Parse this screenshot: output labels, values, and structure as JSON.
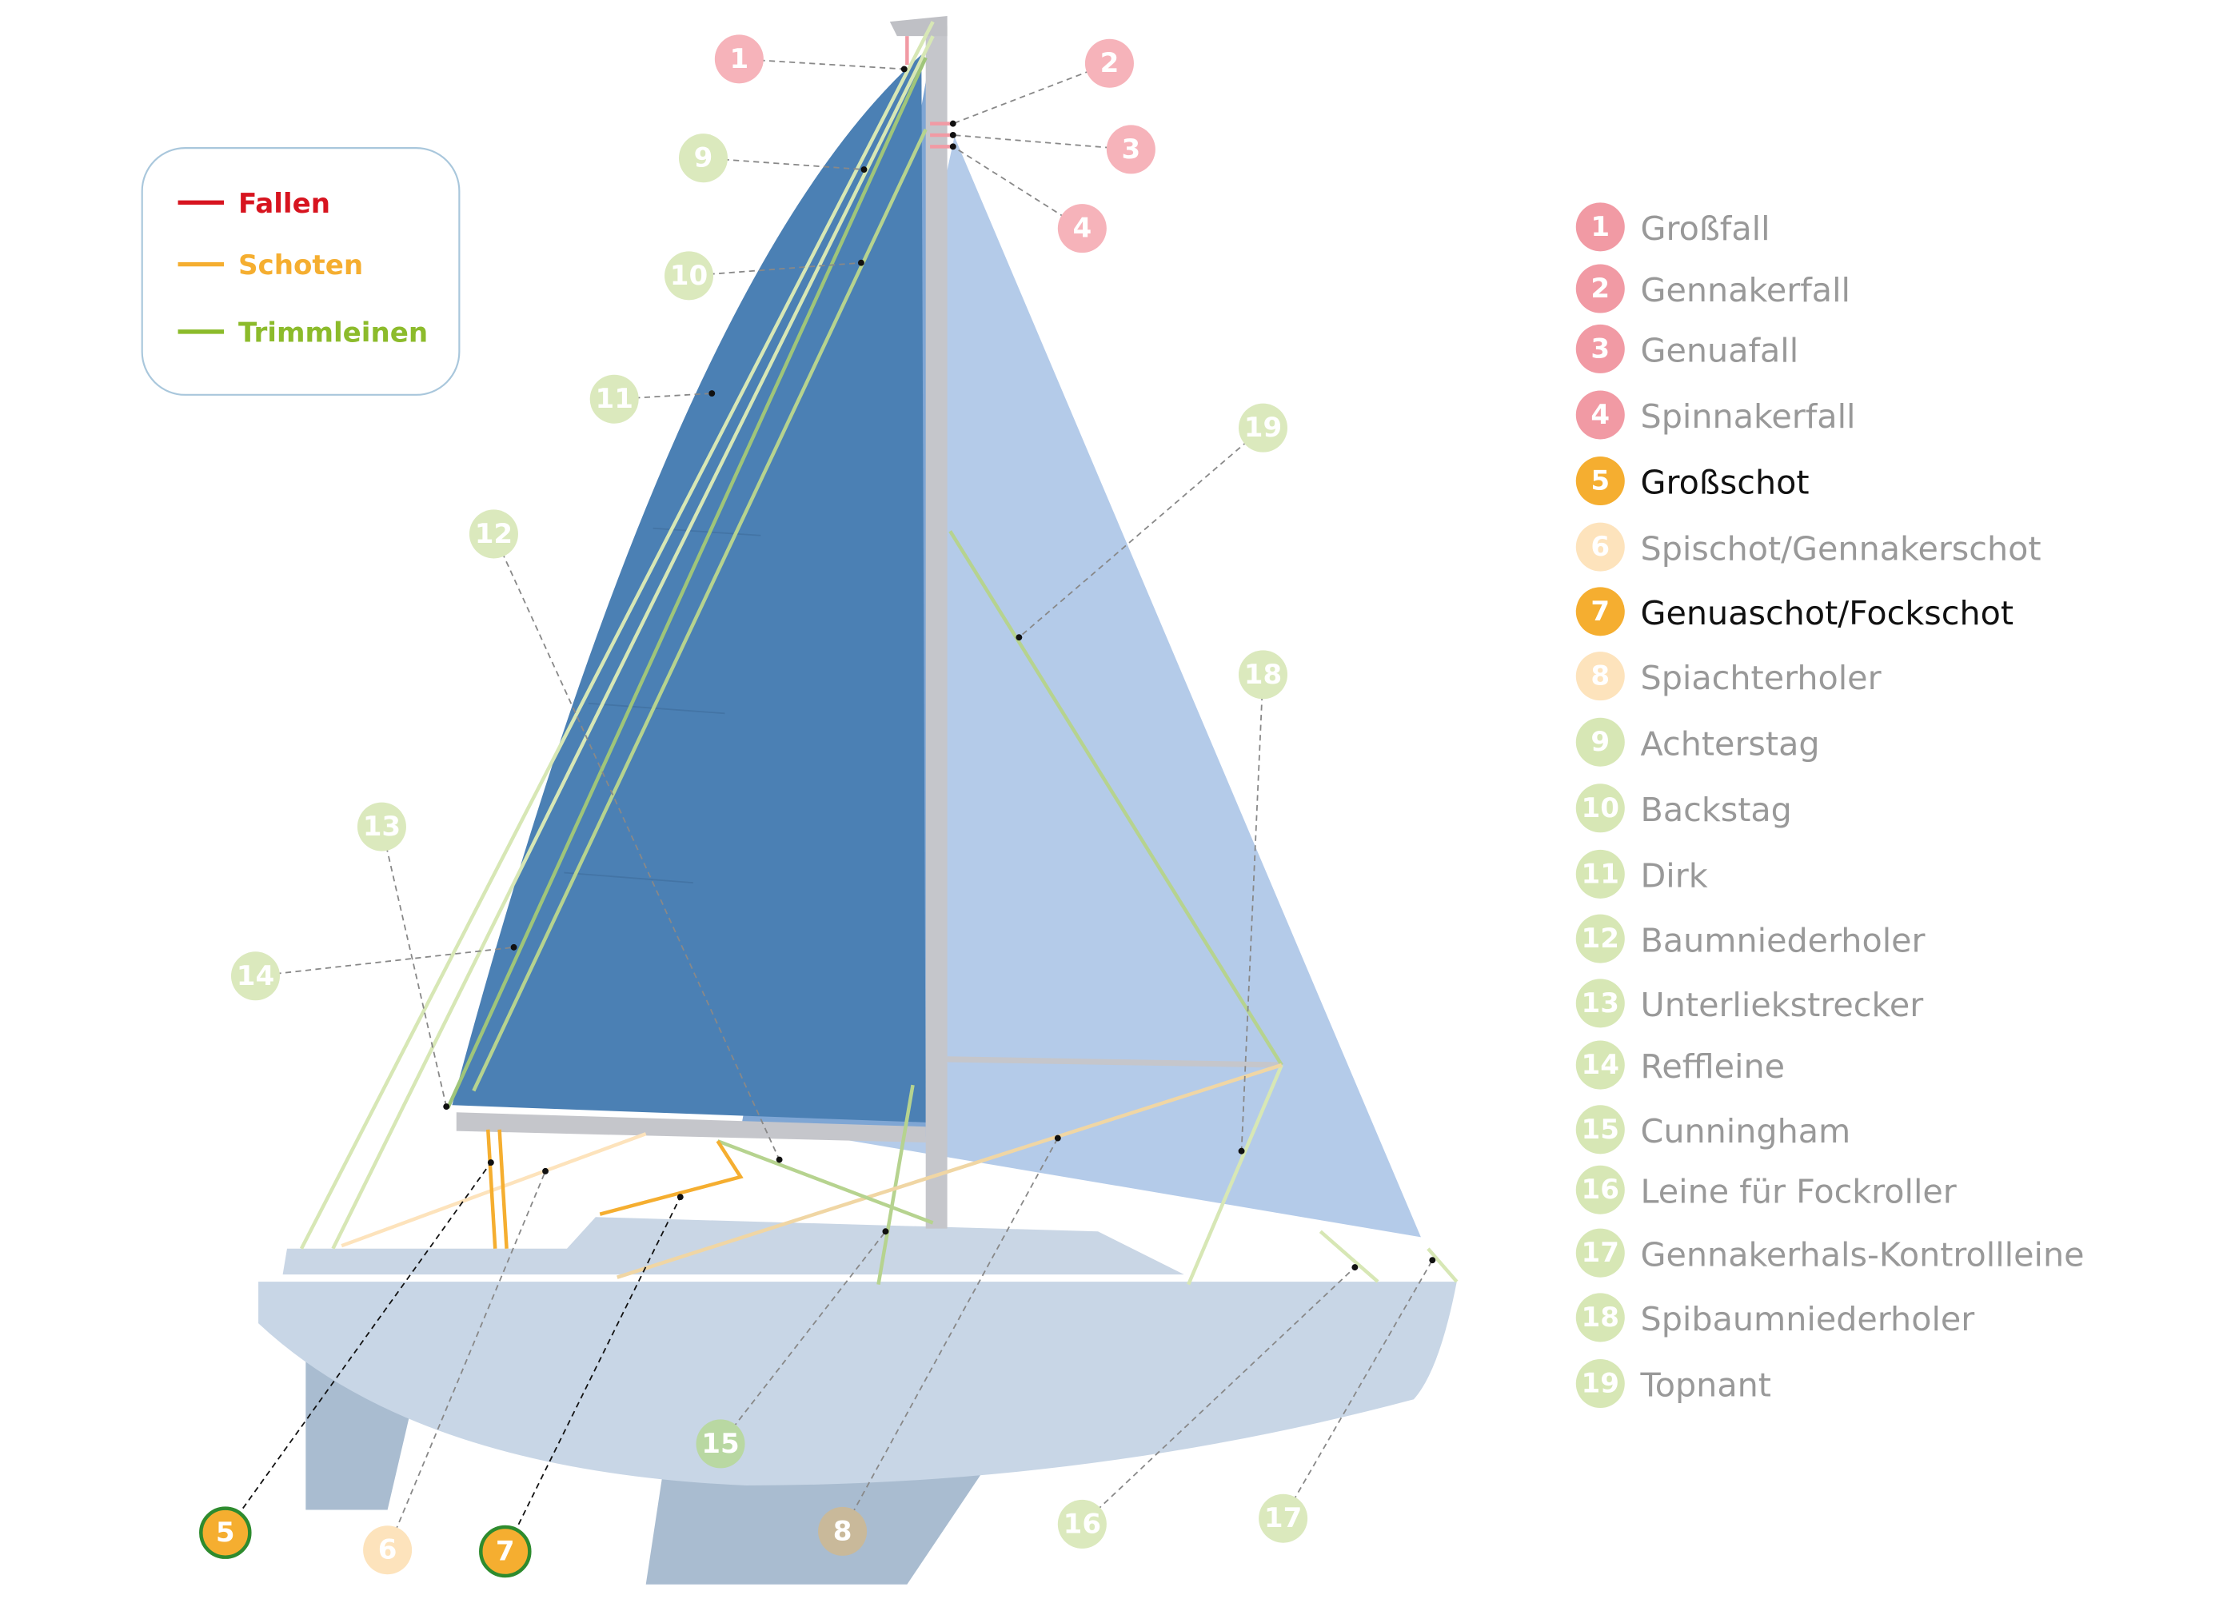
{
  "legend": [
    {
      "label": "Fallen",
      "color": "#d7141f"
    },
    {
      "label": "Schoten",
      "color": "#f5ae30"
    },
    {
      "label": "Trimmleinen",
      "color": "#8cbb2b"
    }
  ],
  "items": [
    {
      "number": "1",
      "label": "Großfall",
      "color": "#f19aa4",
      "text_color": "#999999"
    },
    {
      "number": "2",
      "label": "Gennakerfall",
      "color": "#f19aa4",
      "text_color": "#999999"
    },
    {
      "number": "3",
      "label": "Genuafall",
      "color": "#f19aa4",
      "text_color": "#999999"
    },
    {
      "number": "4",
      "label": "Spinnakerfall",
      "color": "#f19aa4",
      "text_color": "#999999"
    },
    {
      "number": "5",
      "label": "Großschot",
      "color": "#f5ae30",
      "text_color": "#111111"
    },
    {
      "number": "6",
      "label": "Spischot/Gennakerschot",
      "color": "#fde3bc",
      "text_color": "#999999"
    },
    {
      "number": "7",
      "label": "Genuaschot/Fockschot",
      "color": "#f5ae30",
      "text_color": "#111111"
    },
    {
      "number": "8",
      "label": "Spiachterholer",
      "color": "#fde3bc",
      "text_color": "#999999"
    },
    {
      "number": "9",
      "label": "Achterstag",
      "color": "#d7e7b5",
      "text_color": "#999999"
    },
    {
      "number": "10",
      "label": "Backstag",
      "color": "#d7e7b5",
      "text_color": "#999999"
    },
    {
      "number": "11",
      "label": "Dirk",
      "color": "#d7e7b5",
      "text_color": "#999999"
    },
    {
      "number": "12",
      "label": "Baumniederholer",
      "color": "#d7e7b5",
      "text_color": "#999999"
    },
    {
      "number": "13",
      "label": "Unterliekstrecker",
      "color": "#d7e7b5",
      "text_color": "#999999"
    },
    {
      "number": "14",
      "label": "Reffleine",
      "color": "#d7e7b5",
      "text_color": "#999999"
    },
    {
      "number": "15",
      "label": "Cunningham",
      "color": "#d7e7b5",
      "text_color": "#999999"
    },
    {
      "number": "16",
      "label": "Leine für Fockroller",
      "color": "#d7e7b5",
      "text_color": "#999999"
    },
    {
      "number": "17",
      "label": "Gennakerhals-Kontrollleine",
      "color": "#d7e7b5",
      "text_color": "#999999"
    },
    {
      "number": "18",
      "label": "Spibaumniederholer",
      "color": "#d7e7b5",
      "text_color": "#999999"
    },
    {
      "number": "19",
      "label": "Topnant",
      "color": "#d7e7b5",
      "text_color": "#999999"
    }
  ],
  "callouts": [
    {
      "number": "1",
      "color": "#f6b3ba"
    },
    {
      "number": "2",
      "color": "#f6b3ba"
    },
    {
      "number": "3",
      "color": "#f6b3ba"
    },
    {
      "number": "4",
      "color": "#f6b3ba"
    },
    {
      "number": "5",
      "color": "#f5ae30",
      "ring": "#2e8b2e"
    },
    {
      "number": "6",
      "color": "#fde3bc"
    },
    {
      "number": "7",
      "color": "#f5ae30",
      "ring": "#2e8b2e"
    },
    {
      "number": "8",
      "color": "#c9b99a"
    },
    {
      "number": "9",
      "color": "#dbe9bd"
    },
    {
      "number": "10",
      "color": "#dbe9bd"
    },
    {
      "number": "11",
      "color": "#dbe9bd"
    },
    {
      "number": "12",
      "color": "#dbe9bd"
    },
    {
      "number": "13",
      "color": "#dbe9bd"
    },
    {
      "number": "14",
      "color": "#dbe9bd"
    },
    {
      "number": "15",
      "color": "#b9d8a2"
    },
    {
      "number": "16",
      "color": "#dbe9bd"
    },
    {
      "number": "17",
      "color": "#dbe9bd"
    },
    {
      "number": "18",
      "color": "#dbe9bd"
    },
    {
      "number": "19",
      "color": "#dbe9bd"
    }
  ]
}
